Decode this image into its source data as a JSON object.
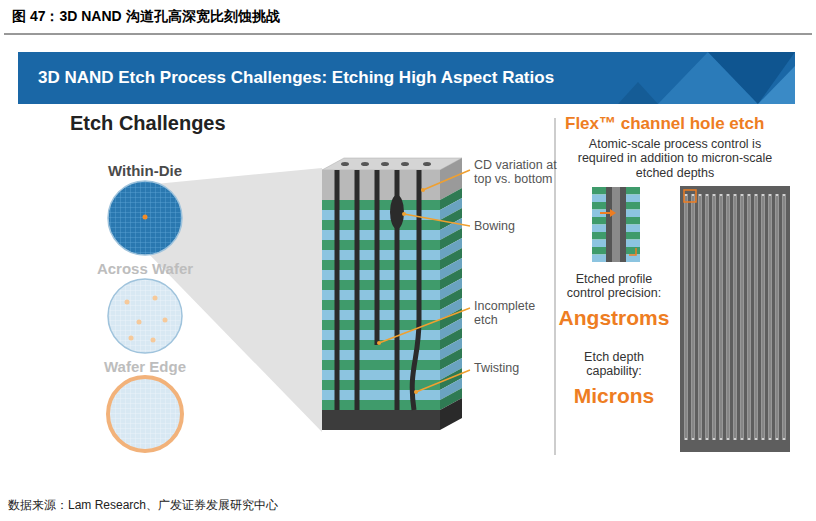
{
  "diagram": {
    "title": "图 47：3D NAND 沟道孔高深宽比刻蚀挑战",
    "caption": "数据来源：Lam Research、广发证券发展研究中心",
    "nodes": [
      {
        "text": [
          "3D NAND Etch Process Challenges: Etching High Aspect Ratios"
        ]
      },
      {
        "text": [
          "Within-Die"
        ]
      },
      {
        "text": [
          "Across Wafer"
        ]
      },
      {
        "text": [
          "Wafer Edge"
        ]
      }
    ],
    "labels": [
      "Etch Challenges",
      "CD variation at top vs. bottom",
      "Bowing",
      "Incomplete etch",
      "Twisting",
      "Flex™ channel hole etch",
      "Atomic-scale process control is required in addition to micron-scale etched depths",
      "Etched profile control precision:",
      "Angstroms",
      "Etch depth capability:",
      "Microns"
    ]
  }
}
